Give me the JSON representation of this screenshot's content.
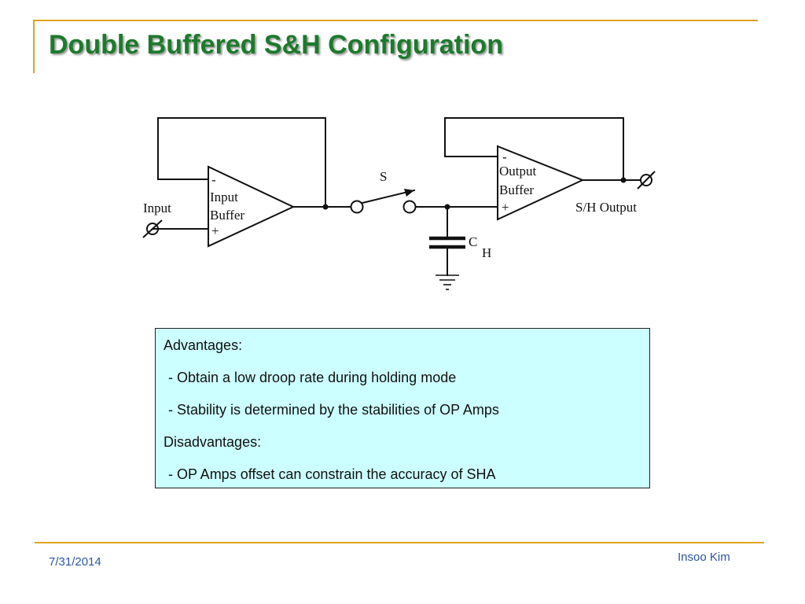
{
  "slide": {
    "title": "Double Buffered S&H Configuration",
    "date": "7/31/2014",
    "author": "Insoo Kim"
  },
  "diagram": {
    "input_label": "Input",
    "switch_label": "S",
    "cap_label_main": "C",
    "cap_label_sub": "H",
    "output_label": "S/H Output",
    "input_buffer": {
      "minus": "-",
      "plus": "+",
      "line1": "Input",
      "line2": "Buffer"
    },
    "output_buffer": {
      "minus": "-",
      "plus": "+",
      "line1": "Output",
      "line2": "Buffer"
    }
  },
  "info_box": {
    "background": "#ccffff",
    "advantages_heading": "Advantages:",
    "advantage_1": "- Obtain a low droop rate during holding mode",
    "advantage_2": "- Stability is determined by the stabilities of OP Amps",
    "disadvantages_heading": "Disadvantages:",
    "disadvantage_1": "- OP Amps offset can constrain the accuracy of SHA"
  },
  "colors": {
    "title": "#1c7a2c",
    "rule": "#e0a41c",
    "footer": "#2d55a5"
  }
}
